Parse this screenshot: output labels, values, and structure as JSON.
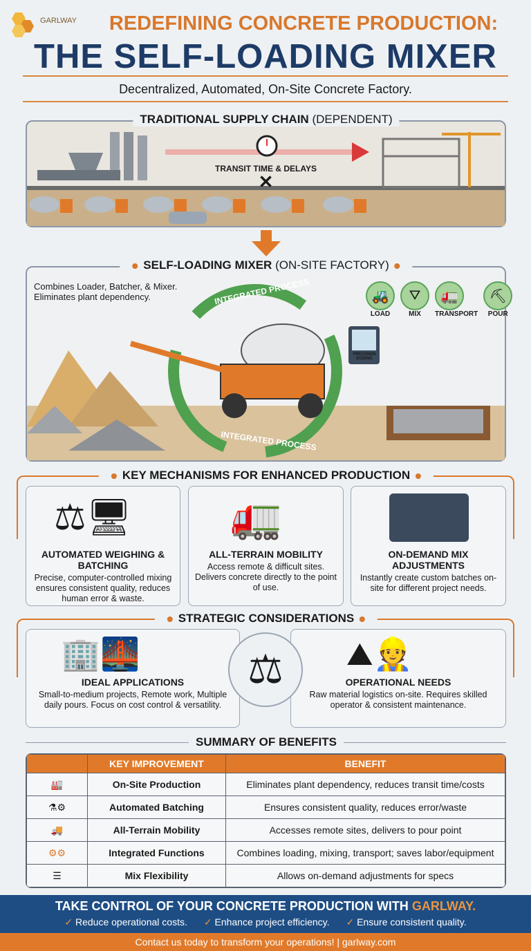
{
  "brand": {
    "logo_text": "GARLWAY",
    "accent": "#d8782c",
    "navy": "#1d3b66",
    "green": "#4fa04f"
  },
  "header": {
    "title_line1": "REDEFINING CONCRETE PRODUCTION:",
    "title_line2": "THE SELF-LOADING MIXER",
    "subtitle": "Decentralized, Automated, On-Site Concrete Factory."
  },
  "traditional": {
    "title_bold": "TRADITIONAL SUPPLY CHAIN",
    "title_light": "(DEPENDENT)",
    "delay_label": "TRANSIT TIME & DELAYS",
    "icons": [
      "clock-icon",
      "x-mark-icon",
      "red-arrow-icon"
    ]
  },
  "self_loading": {
    "title_bold": "SELF-LOADING MIXER",
    "title_light": "(ON-SITE FACTORY)",
    "description_line1": "Combines Loader, Batcher, & Mixer.",
    "description_line2": "Eliminates plant dependency.",
    "cycle_label_top": "INTEGRATED PROCESS",
    "cycle_label_bottom": "INTEGRATED PROCESS",
    "screen_label": "PRECISION DOSING",
    "steps": [
      {
        "label": "LOAD",
        "icon": "loader-icon"
      },
      {
        "label": "MIX",
        "icon": "hopper-icon"
      },
      {
        "label": "TRANSPORT",
        "icon": "mixer-truck-icon"
      },
      {
        "label": "POUR",
        "icon": "pour-icon"
      }
    ]
  },
  "mechanisms": {
    "title": "KEY MECHANISMS FOR ENHANCED PRODUCTION",
    "cards": [
      {
        "title": "AUTOMATED WEIGHING & BATCHING",
        "text": "Precise, computer-controlled mixing ensures consistent quality, reduces human error & waste.",
        "icon": "scale-computer-icon"
      },
      {
        "title": "ALL-TERRAIN MOBILITY",
        "text": "Access remote & difficult sites. Delivers concrete directly to the point of use.",
        "icon": "mixer-truck-icon"
      },
      {
        "title": "ON-DEMAND MIX ADJUSTMENTS",
        "text": "Instantly create custom batches on-site for different project needs.",
        "icon": "control-panel-icon"
      }
    ]
  },
  "strategic": {
    "title": "STRATEGIC CONSIDERATIONS",
    "left": {
      "title": "IDEAL APPLICATIONS",
      "text": "Small-to-medium projects, Remote work, Multiple daily pours. Focus on cost control & versatility."
    },
    "right": {
      "title": "OPERATIONAL NEEDS",
      "text": "Raw material logistics on-site. Requires skilled operator & consistent maintenance."
    },
    "center_icon": "balance-scale-icon"
  },
  "summary": {
    "title": "SUMMARY OF BENEFITS",
    "headers": [
      "",
      "KEY IMPROVEMENT",
      "BENEFIT"
    ],
    "rows": [
      {
        "icon": "factory-icon",
        "improvement": "On-Site Production",
        "benefit": "Eliminates plant dependency, reduces transit time/costs"
      },
      {
        "icon": "flask-gear-icon",
        "improvement": "Automated Batching",
        "benefit": "Ensures consistent quality, reduces error/waste"
      },
      {
        "icon": "truck-hill-icon",
        "improvement": "All-Terrain Mobility",
        "benefit": "Accesses remote sites, delivers to pour point"
      },
      {
        "icon": "gears-icon",
        "improvement": "Integrated Functions",
        "benefit": "Combines loading, mixing, transport; saves labor/equipment"
      },
      {
        "icon": "sliders-icon",
        "improvement": "Mix Flexibility",
        "benefit": "Allows on-demand adjustments for specs"
      }
    ]
  },
  "footer": {
    "cta_prefix": "TAKE CONTROL OF YOUR CONCRETE PRODUCTION WITH",
    "cta_brand": "GARLWAY.",
    "checks": [
      "Reduce operational costs.",
      "Enhance project efficiency.",
      "Ensure consistent quality."
    ],
    "contact": "Contact us today to transform your operations! | garlway.com"
  }
}
